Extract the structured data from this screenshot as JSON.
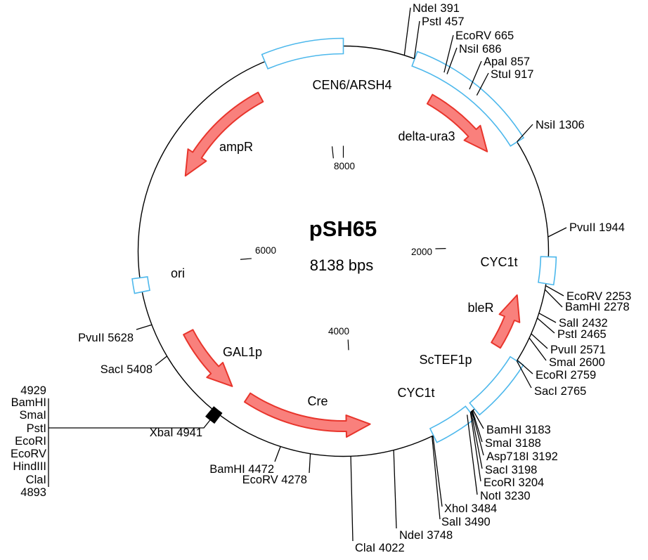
{
  "diagram_type": "plasmid-map",
  "plasmid": {
    "name": "pSH65",
    "size_label": "8138 bps",
    "length_bp": 8138
  },
  "features": [
    {
      "label": "CEN6/ARSH4",
      "kind": "box"
    },
    {
      "label": "delta-ura3",
      "kind": "box-with-arrow"
    },
    {
      "label": "ampR",
      "kind": "arrow"
    },
    {
      "label": "ori",
      "kind": "box"
    },
    {
      "label": "CYC1t",
      "kind": "box"
    },
    {
      "label": "bleR",
      "kind": "arrow"
    },
    {
      "label": "ScTEF1p",
      "kind": "box"
    },
    {
      "label": "CYC1t",
      "kind": "box"
    },
    {
      "label": "Cre",
      "kind": "arrow"
    },
    {
      "label": "GAL1p",
      "kind": "arrow"
    }
  ],
  "restriction_sites": [
    {
      "label": "NdeI 391",
      "bp": 391
    },
    {
      "label": "PstI 457",
      "bp": 457
    },
    {
      "label": "EcoRV 665",
      "bp": 665
    },
    {
      "label": "NsiI 686",
      "bp": 686
    },
    {
      "label": "ApaI 857",
      "bp": 857
    },
    {
      "label": "StuI 917",
      "bp": 917
    },
    {
      "label": "NsiI 1306",
      "bp": 1306
    },
    {
      "label": "PvuII 1944",
      "bp": 1944
    },
    {
      "label": "EcoRV 2253",
      "bp": 2253
    },
    {
      "label": "BamHI 2278",
      "bp": 2278
    },
    {
      "label": "SalI 2432",
      "bp": 2432
    },
    {
      "label": "PstI 2465",
      "bp": 2465
    },
    {
      "label": "PvuII 2571",
      "bp": 2571
    },
    {
      "label": "SmaI 2600",
      "bp": 2600
    },
    {
      "label": "EcoRI 2759",
      "bp": 2759
    },
    {
      "label": "SacI 2765",
      "bp": 2765
    },
    {
      "label": "BamHI 3183",
      "bp": 3183
    },
    {
      "label": "SmaI 3188",
      "bp": 3188
    },
    {
      "label": "Asp718I 3192",
      "bp": 3192
    },
    {
      "label": "SacI 3198",
      "bp": 3198
    },
    {
      "label": "EcoRI 3204",
      "bp": 3204
    },
    {
      "label": "NotI 3230",
      "bp": 3230
    },
    {
      "label": "XhoI 3484",
      "bp": 3484
    },
    {
      "label": "SalI 3490",
      "bp": 3490
    },
    {
      "label": "NdeI 3748",
      "bp": 3748
    },
    {
      "label": "ClaI 4022",
      "bp": 4022
    },
    {
      "label": "EcoRV 4278",
      "bp": 4278
    },
    {
      "label": "BamHI 4472",
      "bp": 4472
    },
    {
      "label": "XbaI 4941",
      "bp": 4941
    },
    {
      "label": "SacI 5408",
      "bp": 5408
    },
    {
      "label": "PvuII 5628",
      "bp": 5628
    }
  ],
  "mcs_group": {
    "top_bp": "4929",
    "enzymes": [
      "BamHI",
      "SmaI",
      "PstI",
      "EcoRI",
      "EcoRV",
      "HindIII",
      "ClaI"
    ],
    "bottom_bp": "4893"
  },
  "scale_ticks": [
    {
      "label": "2000"
    },
    {
      "label": "4000"
    },
    {
      "label": "6000"
    },
    {
      "label": "8000"
    }
  ],
  "colors": {
    "feature_outline": "#4DB8EC",
    "arrow_fill": "#F9807C",
    "arrow_outline": "#E8352C",
    "line": "#000000",
    "marker_box": "#000000"
  }
}
